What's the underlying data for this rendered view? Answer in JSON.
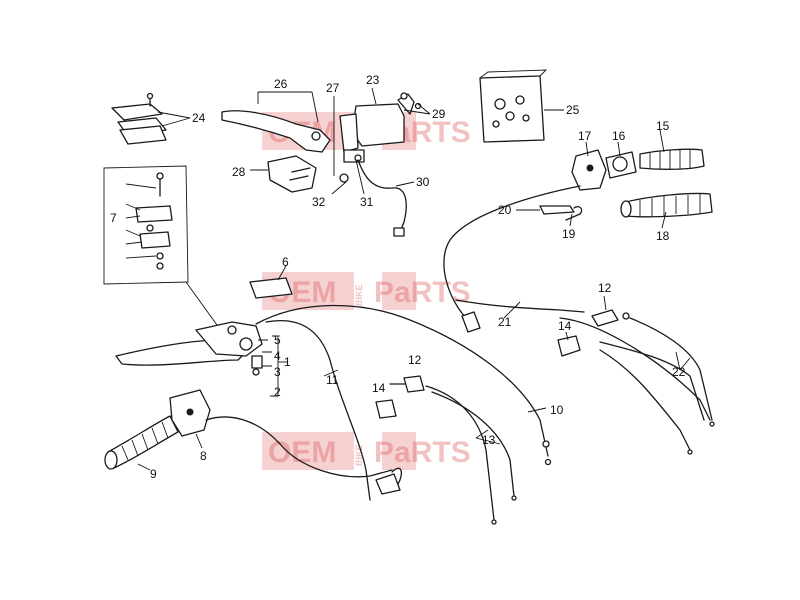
{
  "diagram": {
    "callouts": [
      {
        "id": "c1",
        "text": "1"
      },
      {
        "id": "c2",
        "text": "2"
      },
      {
        "id": "c3",
        "text": "3"
      },
      {
        "id": "c4",
        "text": "4"
      },
      {
        "id": "c5",
        "text": "5"
      },
      {
        "id": "c6",
        "text": "6"
      },
      {
        "id": "c7",
        "text": "7"
      },
      {
        "id": "c8",
        "text": "8"
      },
      {
        "id": "c9",
        "text": "9"
      },
      {
        "id": "c10",
        "text": "10"
      },
      {
        "id": "c11",
        "text": "11"
      },
      {
        "id": "c12a",
        "text": "12"
      },
      {
        "id": "c12b",
        "text": "12"
      },
      {
        "id": "c13",
        "text": "13"
      },
      {
        "id": "c14a",
        "text": "14"
      },
      {
        "id": "c14b",
        "text": "14"
      },
      {
        "id": "c15",
        "text": "15"
      },
      {
        "id": "c16",
        "text": "16"
      },
      {
        "id": "c17",
        "text": "17"
      },
      {
        "id": "c18",
        "text": "18"
      },
      {
        "id": "c19",
        "text": "19"
      },
      {
        "id": "c20",
        "text": "20"
      },
      {
        "id": "c21",
        "text": "21"
      },
      {
        "id": "c22",
        "text": "22"
      },
      {
        "id": "c23",
        "text": "23"
      },
      {
        "id": "c24",
        "text": "24"
      },
      {
        "id": "c25",
        "text": "25"
      },
      {
        "id": "c26",
        "text": "26"
      },
      {
        "id": "c27",
        "text": "27"
      },
      {
        "id": "c28",
        "text": "28"
      },
      {
        "id": "c29",
        "text": "29"
      },
      {
        "id": "c30",
        "text": "30"
      },
      {
        "id": "c31",
        "text": "31"
      },
      {
        "id": "c32",
        "text": "32"
      }
    ]
  },
  "watermark": {
    "brand_left": "OEM",
    "brand_vertical": "BIKE",
    "brand_right": "PaRTS",
    "color": "#d9534f"
  }
}
